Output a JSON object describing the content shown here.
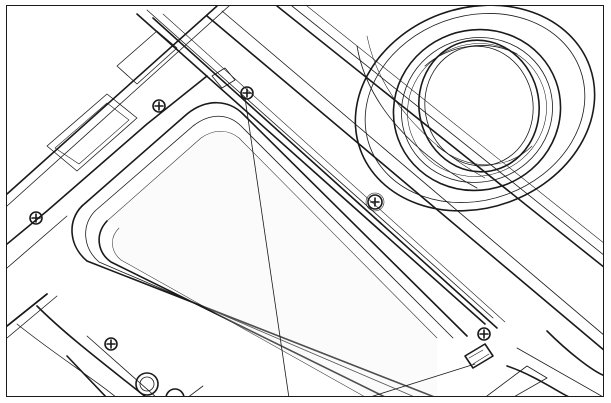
{
  "figure": {
    "kind": "technical-line-drawing",
    "subject": "",
    "colors": {
      "background": "#ffffff",
      "line": "#1a1a1a",
      "shade": "#d8d8d8"
    },
    "screws": [
      {
        "id": "screw-top-left-rail"
      },
      {
        "id": "screw-top-center"
      },
      {
        "id": "screw-left-panel"
      },
      {
        "id": "screw-right-rail"
      },
      {
        "id": "screw-lower-right"
      },
      {
        "id": "screw-bottom-left"
      }
    ],
    "callouts": [
      {
        "id": "callout-line-1"
      },
      {
        "id": "callout-line-2"
      }
    ]
  }
}
